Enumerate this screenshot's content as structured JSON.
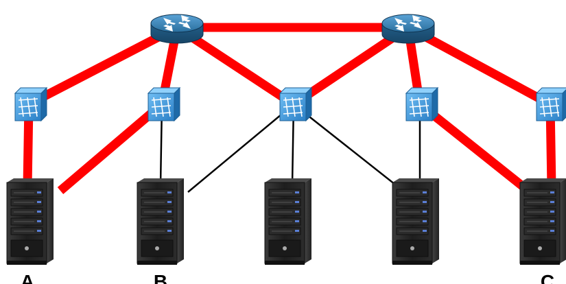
{
  "diagram": {
    "colors": {
      "active_link": "#ff0000",
      "passive_link": "#000000",
      "router_body": "#2a6f9e",
      "switch_body": "#2f8fd8",
      "server_body": "#1c1c1c",
      "server_led": "#5b7fd6"
    },
    "routers": [
      {
        "id": "router-1",
        "icon": "router-icon"
      },
      {
        "id": "router-2",
        "icon": "router-icon"
      }
    ],
    "switches": [
      {
        "id": "switch-1",
        "icon": "switch-icon"
      },
      {
        "id": "switch-2",
        "icon": "switch-icon"
      },
      {
        "id": "switch-3",
        "icon": "switch-icon"
      },
      {
        "id": "switch-4",
        "icon": "switch-icon"
      },
      {
        "id": "switch-5",
        "icon": "switch-icon"
      }
    ],
    "servers": [
      {
        "id": "server-a",
        "label": "A",
        "icon": "server-icon"
      },
      {
        "id": "server-b",
        "label": "B",
        "icon": "server-icon"
      },
      {
        "id": "server-3",
        "label": "",
        "icon": "server-icon"
      },
      {
        "id": "server-4",
        "label": "",
        "icon": "server-icon"
      },
      {
        "id": "server-c",
        "label": "C",
        "icon": "server-icon"
      }
    ],
    "links": [
      {
        "from": "router-1",
        "to": "router-2",
        "style": "thick"
      },
      {
        "from": "router-1",
        "to": "switch-1",
        "style": "thick"
      },
      {
        "from": "router-1",
        "to": "switch-2",
        "style": "thick"
      },
      {
        "from": "router-1",
        "to": "switch-3",
        "style": "thick"
      },
      {
        "from": "router-2",
        "to": "switch-3",
        "style": "thick"
      },
      {
        "from": "router-2",
        "to": "switch-4",
        "style": "thick"
      },
      {
        "from": "router-2",
        "to": "switch-5",
        "style": "thick"
      },
      {
        "from": "switch-1",
        "to": "server-a",
        "style": "thick"
      },
      {
        "from": "switch-2",
        "to": "server-a",
        "style": "thick"
      },
      {
        "from": "switch-2",
        "to": "server-b",
        "style": "thin"
      },
      {
        "from": "switch-3",
        "to": "server-b",
        "style": "thin"
      },
      {
        "from": "switch-3",
        "to": "server-3",
        "style": "thin"
      },
      {
        "from": "switch-3",
        "to": "server-4",
        "style": "thin"
      },
      {
        "from": "switch-4",
        "to": "server-4",
        "style": "thin"
      },
      {
        "from": "switch-4",
        "to": "server-c",
        "style": "thick"
      },
      {
        "from": "switch-5",
        "to": "server-c",
        "style": "thick"
      }
    ]
  }
}
